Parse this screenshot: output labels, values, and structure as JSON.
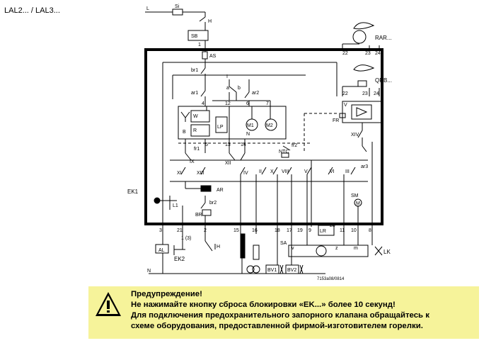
{
  "title": "LAL2... / LAL3...",
  "labels": {
    "L": "L",
    "Si": "Si",
    "H": "H",
    "SB": "SB",
    "one": "1",
    "AS": "AS",
    "br1": "br1",
    "ar1": "ar1",
    "I": "I",
    "a1": "a",
    "b1": "b",
    "ar2": "ar2",
    "n4": "4",
    "n12": "12",
    "n6": "6",
    "n7": "7",
    "W": "W",
    "R": "R",
    "LP": "LP",
    "M1": "M1",
    "M2": "M2",
    "N": "N",
    "B": "B",
    "n5": "5",
    "n13": "13",
    "n14": "14",
    "fr1": "fr1",
    "IX": "IX",
    "XII": "XII",
    "fr2": "fr2",
    "NTC": "NTC",
    "XI": "XI",
    "XIII": "XIII",
    "AR": "AR",
    "IV": "IV",
    "II": "II",
    "X": "X",
    "VIII": "VIII",
    "V": "V",
    "VI": "VI",
    "III": "III",
    "SM": "SM",
    "M": "M",
    "br2": "br2",
    "BR": "BR",
    "EK1": "EK1",
    "L1": "L1",
    "RAR": "RAR...",
    "QRB": "QRB...",
    "t22a": "22",
    "t23a": "23",
    "t24a": "24",
    "t22b": "22",
    "t23b": "23",
    "t24b": "24",
    "FR": "FR",
    "XIV": "XIV",
    "ar3": "ar3",
    "Vamp": "V",
    "term3": "3",
    "term21": "21",
    "term2": "2",
    "term15": "15",
    "term16": "16",
    "term18": "18",
    "term17": "17",
    "term19": "19",
    "term9": "9",
    "term11": "11",
    "term10": "10",
    "term8": "8",
    "AL": "AL",
    "EK2": "EK2",
    "one3": "1 (3)",
    "H2": "H",
    "Nbot": "N",
    "BV1": "BV1",
    "BV2": "BV2",
    "SA": "SA",
    "LR": "LR",
    "n20": "20",
    "LK": "LK",
    "vsa": "v",
    "zsa": "z",
    "msa": "m",
    "ref": "7153a08/0814"
  },
  "warning": {
    "line1": "Предупреждение!",
    "line2": "Не нажимайте кнопку сброса блокировки «EK...» более 10 секунд!",
    "line3": "Для подключения предохранительного запорного клапана обращайтесь к",
    "line4": "схеме оборудования, предоставленной фирмой-изготовителем горелки.",
    "icon": "warning-triangle-icon",
    "background": "#f6f39a"
  }
}
